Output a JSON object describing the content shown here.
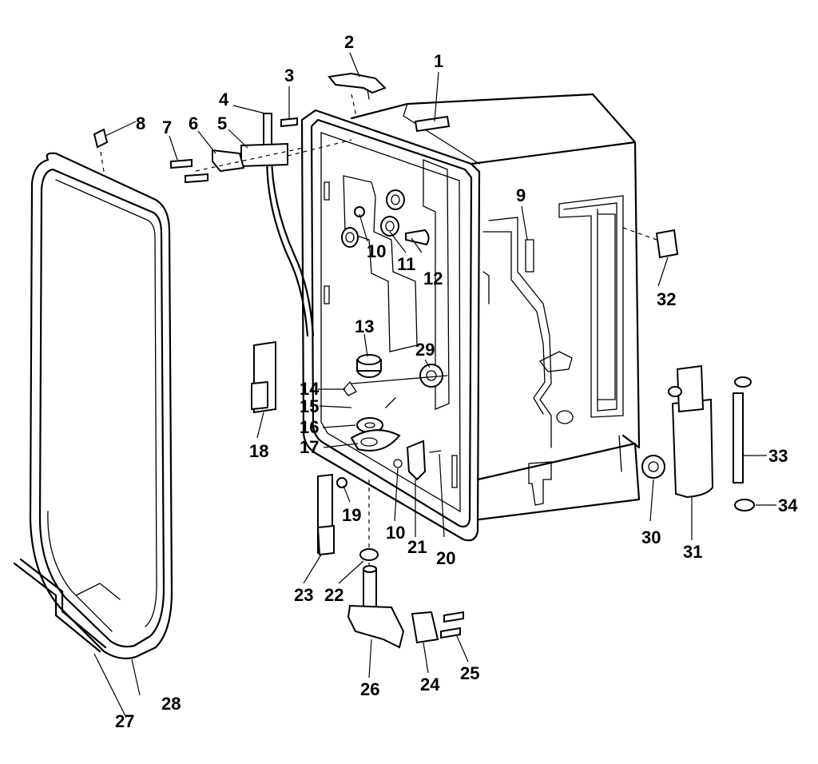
{
  "diagram": {
    "callouts": [
      {
        "id": "1",
        "label": "1"
      },
      {
        "id": "2",
        "label": "2"
      },
      {
        "id": "3",
        "label": "3"
      },
      {
        "id": "4",
        "label": "4"
      },
      {
        "id": "5",
        "label": "5"
      },
      {
        "id": "6",
        "label": "6"
      },
      {
        "id": "7",
        "label": "7"
      },
      {
        "id": "8",
        "label": "8"
      },
      {
        "id": "9",
        "label": "9"
      },
      {
        "id": "10a",
        "label": "10"
      },
      {
        "id": "10b",
        "label": "10"
      },
      {
        "id": "11",
        "label": "11"
      },
      {
        "id": "12",
        "label": "12"
      },
      {
        "id": "13",
        "label": "13"
      },
      {
        "id": "14",
        "label": "14"
      },
      {
        "id": "15",
        "label": "15"
      },
      {
        "id": "16",
        "label": "16"
      },
      {
        "id": "17",
        "label": "17"
      },
      {
        "id": "18",
        "label": "18"
      },
      {
        "id": "19",
        "label": "19"
      },
      {
        "id": "20",
        "label": "20"
      },
      {
        "id": "21",
        "label": "21"
      },
      {
        "id": "22",
        "label": "22"
      },
      {
        "id": "23",
        "label": "23"
      },
      {
        "id": "24",
        "label": "24"
      },
      {
        "id": "25",
        "label": "25"
      },
      {
        "id": "26",
        "label": "26"
      },
      {
        "id": "27",
        "label": "27"
      },
      {
        "id": "28",
        "label": "28"
      },
      {
        "id": "29",
        "label": "29"
      },
      {
        "id": "30",
        "label": "30"
      },
      {
        "id": "31",
        "label": "31"
      },
      {
        "id": "32",
        "label": "32"
      },
      {
        "id": "33",
        "label": "33"
      },
      {
        "id": "34",
        "label": "34"
      }
    ]
  }
}
